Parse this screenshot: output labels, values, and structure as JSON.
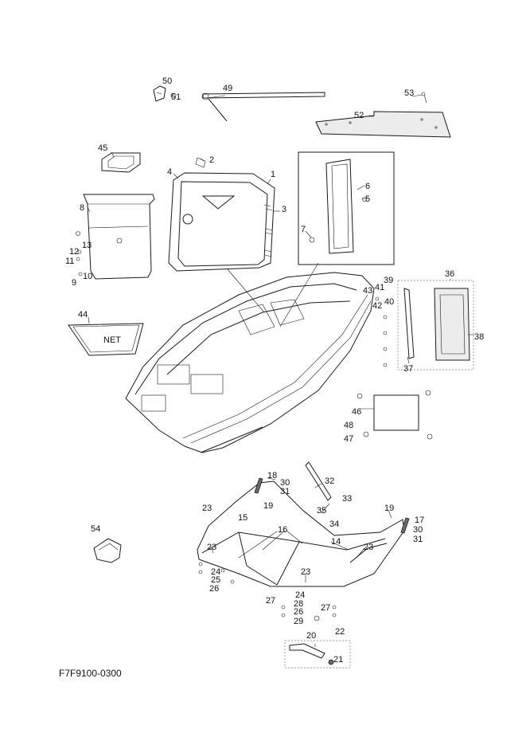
{
  "diagram_code": "F7F9100-0300",
  "net_label": "NET",
  "callouts": [
    "1",
    "2",
    "3",
    "4",
    "5",
    "6",
    "7",
    "8",
    "9",
    "10",
    "11",
    "12",
    "13",
    "14",
    "15",
    "16",
    "17",
    "18",
    "19",
    "20",
    "21",
    "22",
    "23",
    "24",
    "25",
    "26",
    "27",
    "28",
    "29",
    "30",
    "31",
    "32",
    "33",
    "34",
    "35",
    "36",
    "37",
    "38",
    "39",
    "40",
    "41",
    "42",
    "43",
    "44",
    "45",
    "46",
    "47",
    "48",
    "49",
    "50",
    "51",
    "52",
    "53",
    "54"
  ]
}
